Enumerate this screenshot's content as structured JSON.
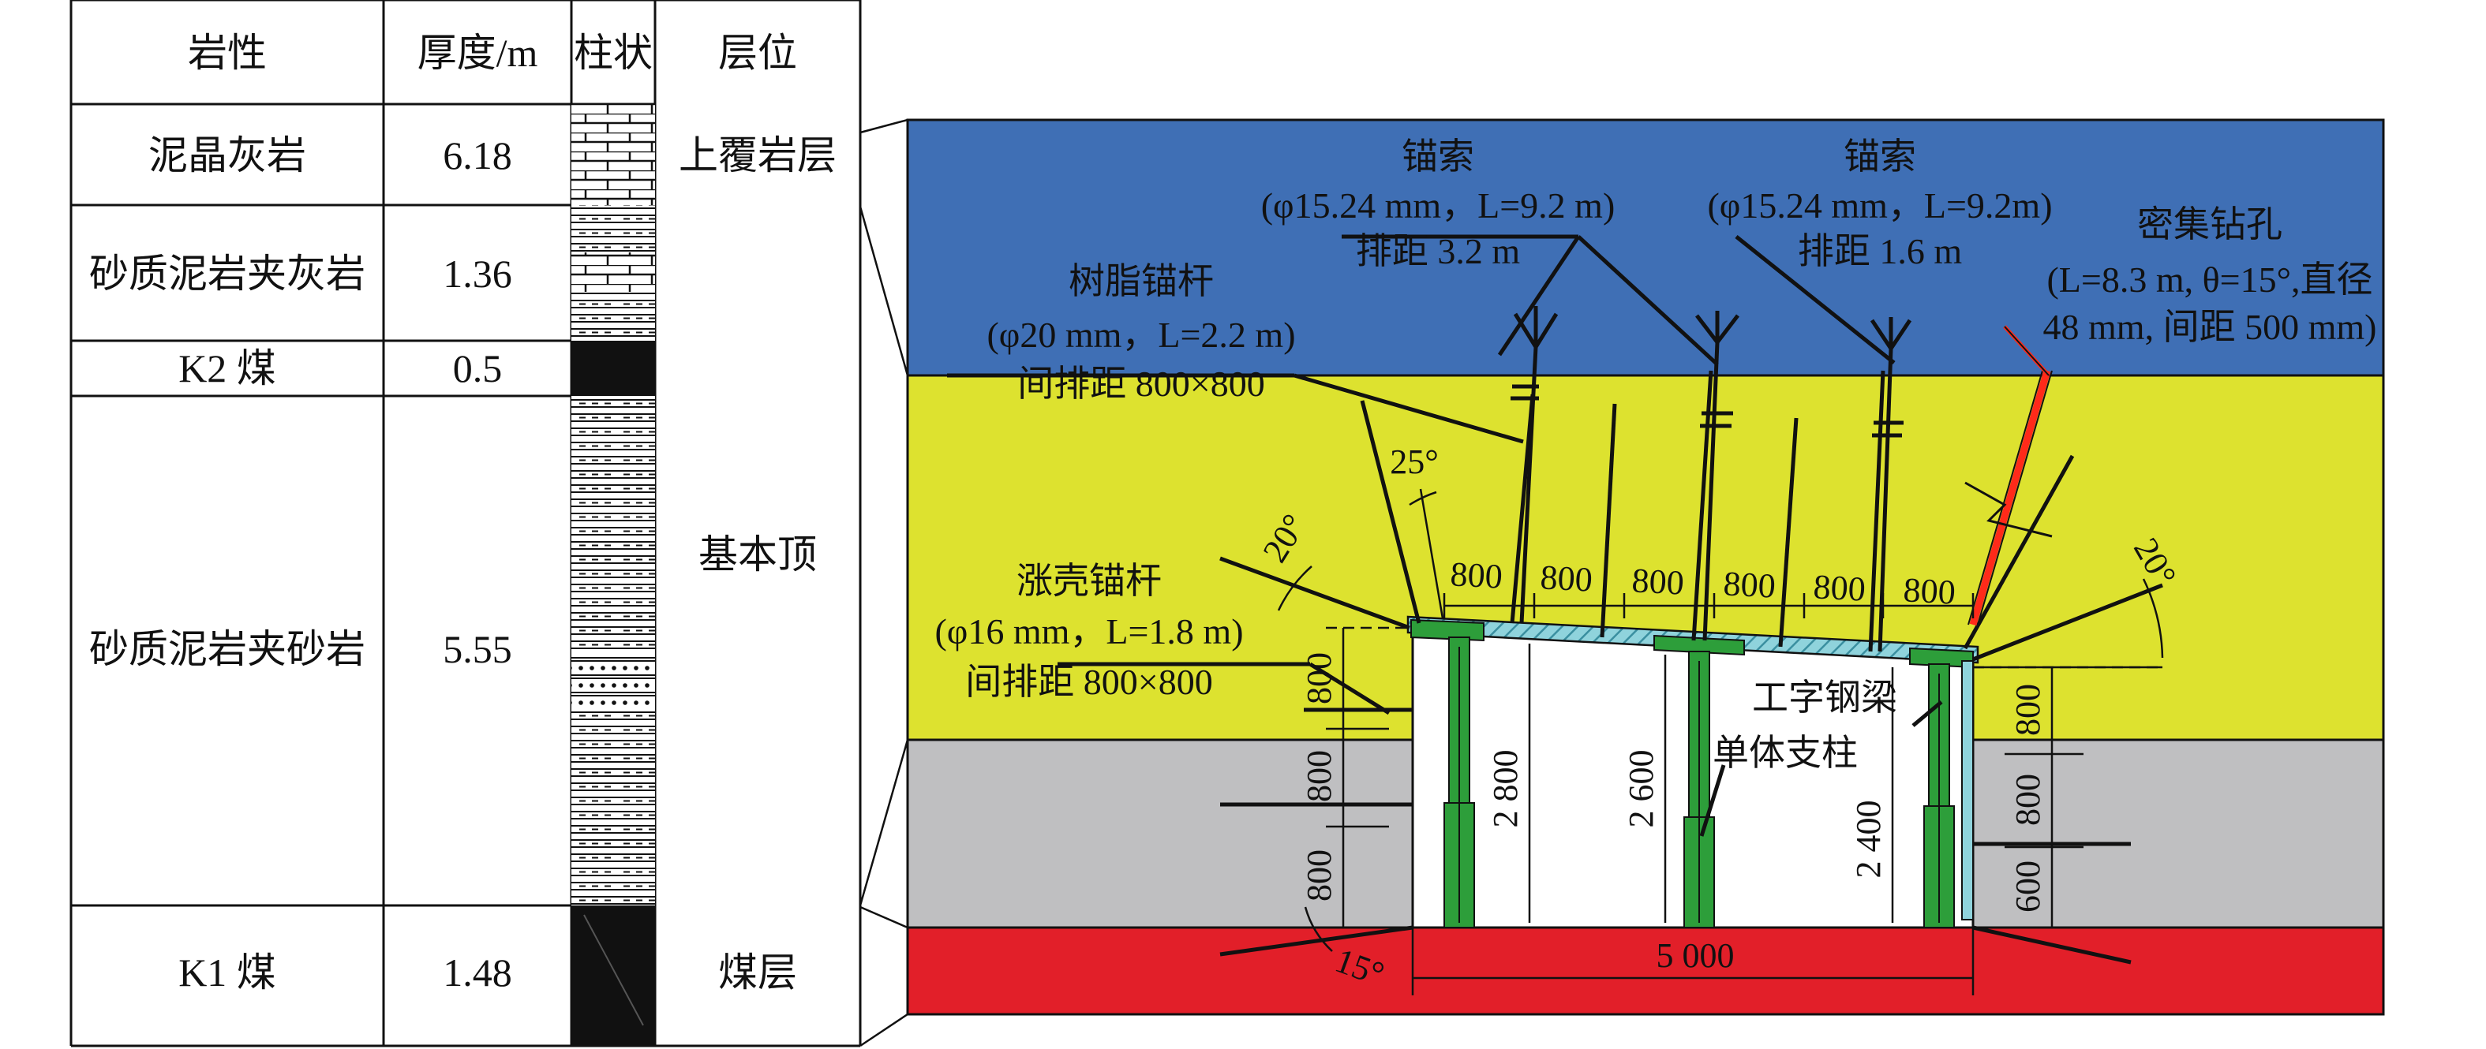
{
  "table": {
    "headers": [
      "岩性",
      "厚度/m",
      "柱状",
      "层位"
    ],
    "rows": [
      {
        "lithology": "泥晶灰岩",
        "thickness": "6.18",
        "horizon": "上覆岩层"
      },
      {
        "lithology": "砂质泥岩夹灰岩",
        "thickness": "1.36",
        "horizon": ""
      },
      {
        "lithology": "K2 煤",
        "thickness": "0.5",
        "horizon": ""
      },
      {
        "lithology": "砂质泥岩夹砂岩",
        "thickness": "5.55",
        "horizon": "基本顶"
      },
      {
        "lithology": "K1 煤",
        "thickness": "1.48",
        "horizon": "煤层"
      }
    ]
  },
  "section": {
    "cable1": {
      "name": "锚索",
      "spec": "(φ15.24 mm，L=9.2 m)",
      "spacing": "排距 3.2 m"
    },
    "cable2": {
      "name": "锚索",
      "spec": "(φ15.24 mm，L=9.2m)",
      "spacing": "排距 1.6 m"
    },
    "drill": {
      "name": "密集钻孔",
      "spec1": "(L=8.3 m, θ=15°,直径",
      "spec2": "48 mm, 间距 500 mm)"
    },
    "resin_bolt": {
      "name": "树脂锚杆",
      "spec": "(φ20 mm，L=2.2 m)",
      "spacing": "间排距 800×800"
    },
    "expansion_bolt": {
      "name": "涨壳锚杆",
      "spec": "(φ16 mm，L=1.8 m)",
      "spacing": "间排距 800×800"
    },
    "i_beam": "工字钢梁",
    "prop": "单体支柱",
    "angles": {
      "roof_bolt": "25°",
      "left_rib": "20°",
      "right_rib": "20°",
      "floor": "15°"
    },
    "dims": {
      "top_spacing": [
        "800",
        "800",
        "800",
        "800",
        "800",
        "800"
      ],
      "left_spacing": [
        "800",
        "800",
        "800"
      ],
      "right_spacing": [
        "800",
        "800",
        "600"
      ],
      "h_left": "2 800",
      "h_mid": "2 600",
      "h_right": "2 400",
      "width": "5 000"
    }
  },
  "colors": {
    "overburden": "#3f6fb5",
    "main_roof": "#dde22f",
    "rib": "#bfbfc1",
    "coal_floor": "#e21f29",
    "drill_hole": "#ff2a1a",
    "beam_green": "#2d9e3a"
  }
}
